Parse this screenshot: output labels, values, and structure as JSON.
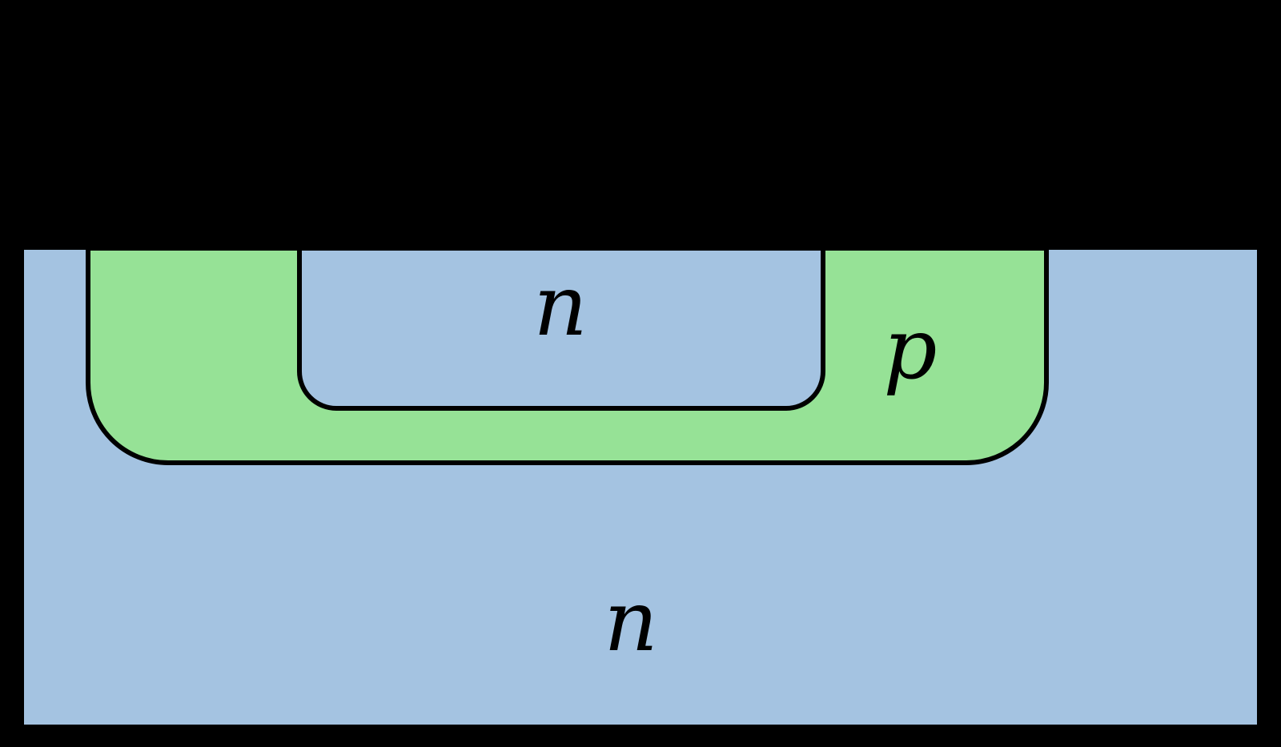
{
  "diagram": {
    "description": "Semiconductor device cross-section with diffused p-well and inner n region in an n substrate",
    "colors": {
      "background": "#000000",
      "n_fill": "#a4c3e1",
      "p_fill": "#96e296",
      "outline": "#000000",
      "label": "#000000"
    },
    "labels": {
      "inner_n": "n",
      "p_well": "p",
      "substrate_n": "n"
    }
  }
}
